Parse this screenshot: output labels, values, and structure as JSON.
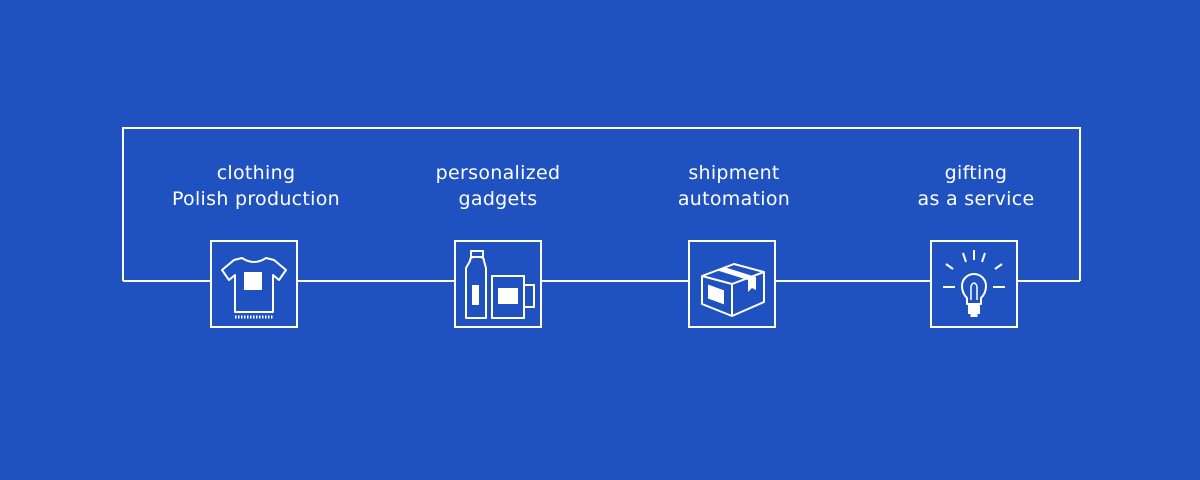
{
  "colors": {
    "background": "#1f52c0",
    "line": "#ffffff",
    "text": "#ffffff"
  },
  "steps": [
    {
      "line1": "clothing",
      "line2": "Polish production",
      "icon": "t-shirt-icon"
    },
    {
      "line1": "personalized",
      "line2": "gadgets",
      "icon": "bottle-and-mug-icon"
    },
    {
      "line1": "shipment",
      "line2": "automation",
      "icon": "package-box-icon"
    },
    {
      "line1": "gifting",
      "line2": "as a service",
      "icon": "lightbulb-icon"
    }
  ]
}
